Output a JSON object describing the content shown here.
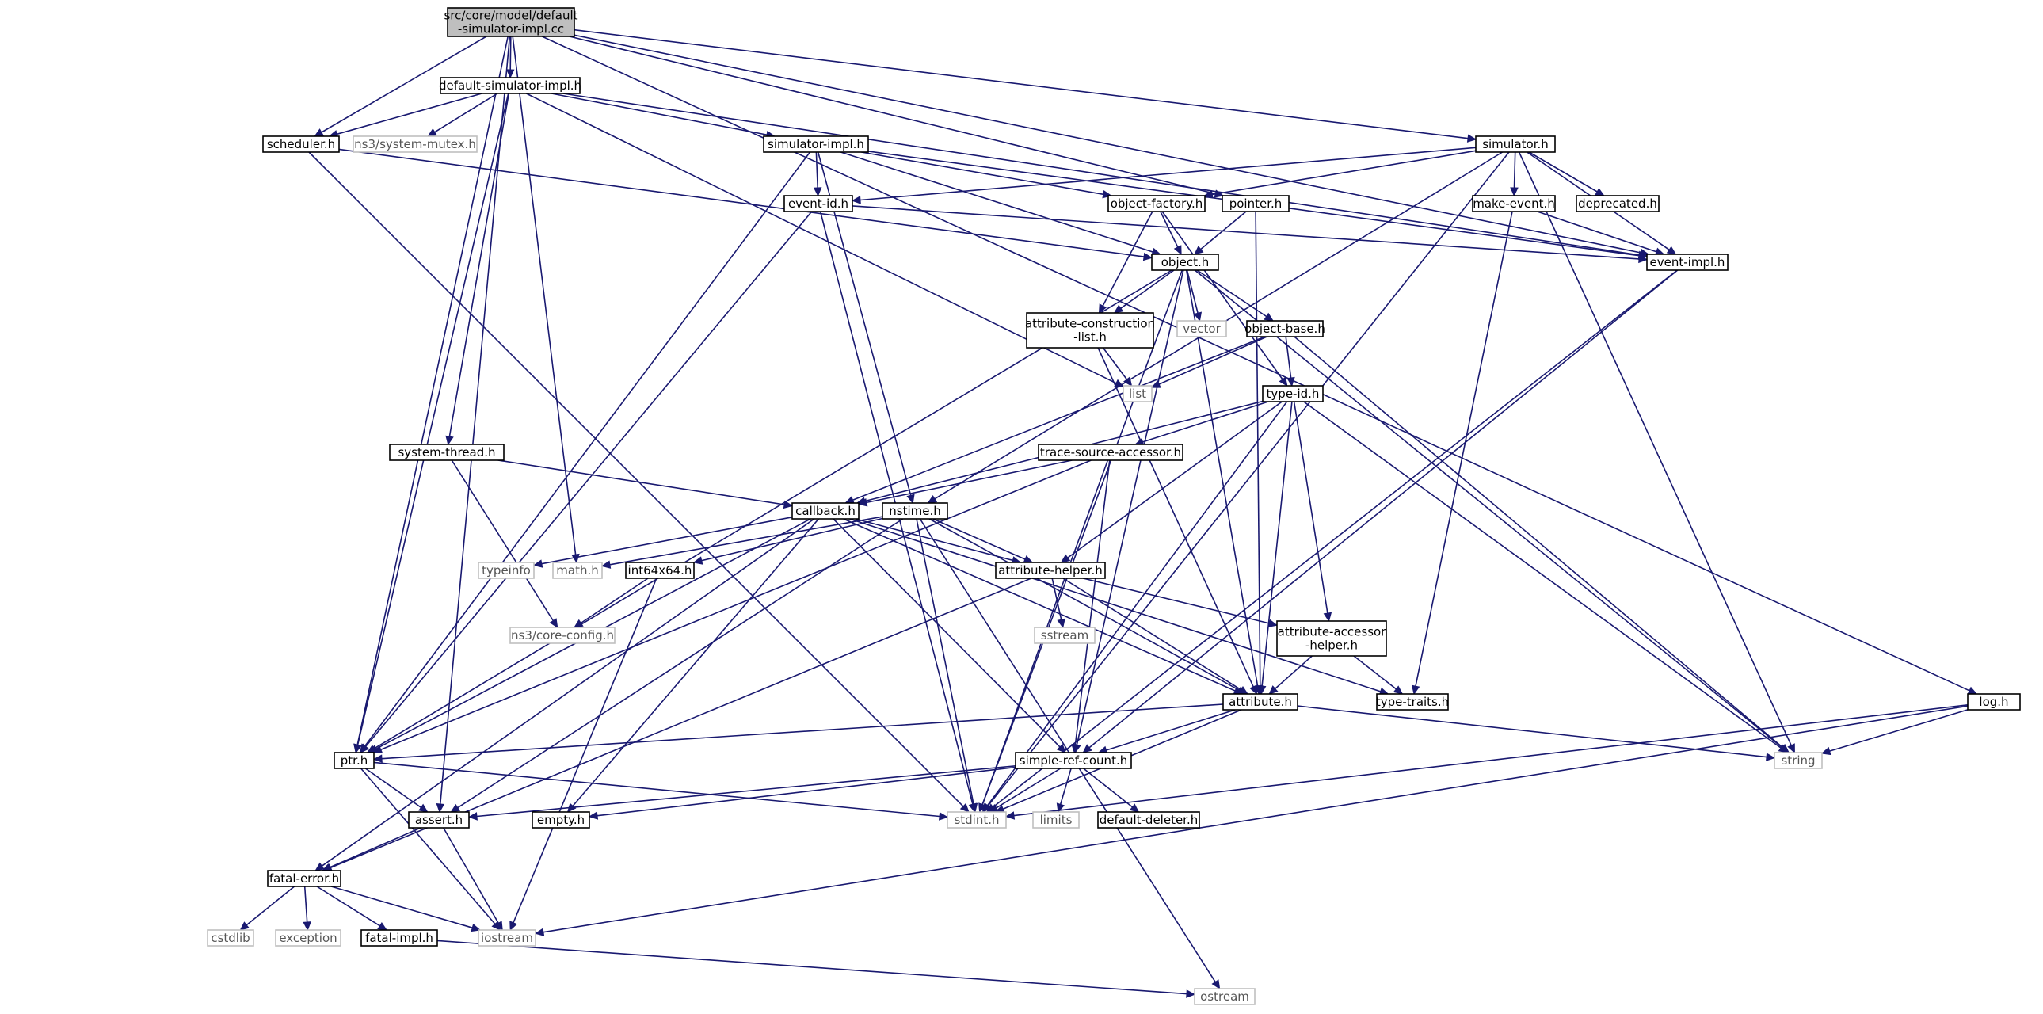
{
  "graph": {
    "nodes": [
      {
        "id": "root",
        "kind": "root",
        "lines": [
          "src/core/model/default",
          "-simulator-impl.cc"
        ]
      },
      {
        "id": "defsimh",
        "kind": "local",
        "lines": [
          "default-simulator-impl.h"
        ]
      },
      {
        "id": "scheduler",
        "kind": "local",
        "lines": [
          "scheduler.h"
        ]
      },
      {
        "id": "sysmutex",
        "kind": "system",
        "lines": [
          "ns3/system-mutex.h"
        ]
      },
      {
        "id": "simimpl",
        "kind": "local",
        "lines": [
          "simulator-impl.h"
        ]
      },
      {
        "id": "simulator",
        "kind": "local",
        "lines": [
          "simulator.h"
        ]
      },
      {
        "id": "eventid",
        "kind": "local",
        "lines": [
          "event-id.h"
        ]
      },
      {
        "id": "objfactory",
        "kind": "local",
        "lines": [
          "object-factory.h"
        ]
      },
      {
        "id": "pointer",
        "kind": "local",
        "lines": [
          "pointer.h"
        ]
      },
      {
        "id": "makeevent",
        "kind": "local",
        "lines": [
          "make-event.h"
        ]
      },
      {
        "id": "deprecated",
        "kind": "local",
        "lines": [
          "deprecated.h"
        ]
      },
      {
        "id": "object",
        "kind": "local",
        "lines": [
          "object.h"
        ]
      },
      {
        "id": "eventimpl",
        "kind": "local",
        "lines": [
          "event-impl.h"
        ]
      },
      {
        "id": "attrcons",
        "kind": "local",
        "lines": [
          "attribute-construction",
          "-list.h"
        ]
      },
      {
        "id": "vector",
        "kind": "system",
        "lines": [
          "vector"
        ]
      },
      {
        "id": "objbase",
        "kind": "local",
        "lines": [
          "object-base.h"
        ]
      },
      {
        "id": "list",
        "kind": "system",
        "lines": [
          "list"
        ]
      },
      {
        "id": "typeid",
        "kind": "local",
        "lines": [
          "type-id.h"
        ]
      },
      {
        "id": "systhread",
        "kind": "local",
        "lines": [
          "system-thread.h"
        ]
      },
      {
        "id": "tracesrc",
        "kind": "local",
        "lines": [
          "trace-source-accessor.h"
        ]
      },
      {
        "id": "callback",
        "kind": "local",
        "lines": [
          "callback.h"
        ]
      },
      {
        "id": "nstime",
        "kind": "local",
        "lines": [
          "nstime.h"
        ]
      },
      {
        "id": "typeinfo",
        "kind": "system",
        "lines": [
          "typeinfo"
        ]
      },
      {
        "id": "mathh",
        "kind": "system",
        "lines": [
          "math.h"
        ]
      },
      {
        "id": "int64",
        "kind": "local",
        "lines": [
          "int64x64.h"
        ]
      },
      {
        "id": "attrhelper",
        "kind": "local",
        "lines": [
          "attribute-helper.h"
        ]
      },
      {
        "id": "coreconfig",
        "kind": "system",
        "lines": [
          "ns3/core-config.h"
        ]
      },
      {
        "id": "sstream",
        "kind": "system",
        "lines": [
          "sstream"
        ]
      },
      {
        "id": "attraccess",
        "kind": "local",
        "lines": [
          "attribute-accessor",
          "-helper.h"
        ]
      },
      {
        "id": "attribute",
        "kind": "local",
        "lines": [
          "attribute.h"
        ]
      },
      {
        "id": "typetraits",
        "kind": "local",
        "lines": [
          "type-traits.h"
        ]
      },
      {
        "id": "log",
        "kind": "local",
        "lines": [
          "log.h"
        ]
      },
      {
        "id": "string",
        "kind": "system",
        "lines": [
          "string"
        ]
      },
      {
        "id": "ptr",
        "kind": "local",
        "lines": [
          "ptr.h"
        ]
      },
      {
        "id": "simpleref",
        "kind": "local",
        "lines": [
          "simple-ref-count.h"
        ]
      },
      {
        "id": "assert",
        "kind": "local",
        "lines": [
          "assert.h"
        ]
      },
      {
        "id": "empty",
        "kind": "local",
        "lines": [
          "empty.h"
        ]
      },
      {
        "id": "stdint",
        "kind": "system",
        "lines": [
          "stdint.h"
        ]
      },
      {
        "id": "limits",
        "kind": "system",
        "lines": [
          "limits"
        ]
      },
      {
        "id": "defdeleter",
        "kind": "local",
        "lines": [
          "default-deleter.h"
        ]
      },
      {
        "id": "fatalerror",
        "kind": "local",
        "lines": [
          "fatal-error.h"
        ]
      },
      {
        "id": "cstdlib",
        "kind": "system",
        "lines": [
          "cstdlib"
        ]
      },
      {
        "id": "exception",
        "kind": "system",
        "lines": [
          "exception"
        ]
      },
      {
        "id": "fatalimpl",
        "kind": "local",
        "lines": [
          "fatal-impl.h"
        ]
      },
      {
        "id": "iostream",
        "kind": "system",
        "lines": [
          "iostream"
        ]
      },
      {
        "id": "ostream",
        "kind": "system",
        "lines": [
          "ostream"
        ]
      }
    ],
    "edges": [
      [
        "root",
        "defsimh"
      ],
      [
        "root",
        "scheduler"
      ],
      [
        "root",
        "simulator"
      ],
      [
        "root",
        "pointer"
      ],
      [
        "root",
        "eventimpl"
      ],
      [
        "root",
        "log"
      ],
      [
        "root",
        "ptr"
      ],
      [
        "root",
        "assert"
      ],
      [
        "root",
        "mathh"
      ],
      [
        "defsimh",
        "scheduler"
      ],
      [
        "defsimh",
        "sysmutex"
      ],
      [
        "defsimh",
        "simimpl"
      ],
      [
        "defsimh",
        "systhread"
      ],
      [
        "defsimh",
        "list"
      ],
      [
        "defsimh",
        "eventimpl"
      ],
      [
        "defsimh",
        "ptr"
      ],
      [
        "scheduler",
        "object"
      ],
      [
        "scheduler",
        "stdint"
      ],
      [
        "simimpl",
        "eventid"
      ],
      [
        "simimpl",
        "objfactory"
      ],
      [
        "simimpl",
        "object"
      ],
      [
        "simimpl",
        "eventimpl"
      ],
      [
        "simimpl",
        "nstime"
      ],
      [
        "simimpl",
        "ptr"
      ],
      [
        "simulator",
        "eventid"
      ],
      [
        "simulator",
        "objfactory"
      ],
      [
        "simulator",
        "makeevent"
      ],
      [
        "simulator",
        "deprecated"
      ],
      [
        "simulator",
        "eventimpl"
      ],
      [
        "simulator",
        "nstime"
      ],
      [
        "simulator",
        "string"
      ],
      [
        "simulator",
        "stdint"
      ],
      [
        "eventid",
        "eventimpl"
      ],
      [
        "eventid",
        "ptr"
      ],
      [
        "eventid",
        "stdint"
      ],
      [
        "objfactory",
        "object"
      ],
      [
        "objfactory",
        "attrcons"
      ],
      [
        "objfactory",
        "typeid"
      ],
      [
        "pointer",
        "object"
      ],
      [
        "pointer",
        "attribute"
      ],
      [
        "makeevent",
        "eventimpl"
      ],
      [
        "makeevent",
        "typetraits"
      ],
      [
        "object",
        "attrcons"
      ],
      [
        "object",
        "vector"
      ],
      [
        "object",
        "objbase"
      ],
      [
        "object",
        "ptr"
      ],
      [
        "object",
        "attribute"
      ],
      [
        "object",
        "simpleref"
      ],
      [
        "object",
        "string"
      ],
      [
        "object",
        "stdint"
      ],
      [
        "eventimpl",
        "simpleref"
      ],
      [
        "eventimpl",
        "stdint"
      ],
      [
        "attrcons",
        "list"
      ],
      [
        "attrcons",
        "attribute"
      ],
      [
        "objbase",
        "list"
      ],
      [
        "objbase",
        "typeid"
      ],
      [
        "objbase",
        "callback"
      ],
      [
        "objbase",
        "string"
      ],
      [
        "typeid",
        "tracesrc"
      ],
      [
        "typeid",
        "callback"
      ],
      [
        "typeid",
        "attrhelper"
      ],
      [
        "typeid",
        "attraccess"
      ],
      [
        "typeid",
        "attribute"
      ],
      [
        "typeid",
        "string"
      ],
      [
        "typeid",
        "stdint"
      ],
      [
        "systhread",
        "callback"
      ],
      [
        "systhread",
        "coreconfig"
      ],
      [
        "tracesrc",
        "callback"
      ],
      [
        "tracesrc",
        "ptr"
      ],
      [
        "tracesrc",
        "simpleref"
      ],
      [
        "tracesrc",
        "stdint"
      ],
      [
        "callback",
        "ptr"
      ],
      [
        "callback",
        "fatalerror"
      ],
      [
        "callback",
        "empty"
      ],
      [
        "callback",
        "typeinfo"
      ],
      [
        "callback",
        "attribute"
      ],
      [
        "callback",
        "attrhelper"
      ],
      [
        "callback",
        "simpleref"
      ],
      [
        "callback",
        "typetraits"
      ],
      [
        "nstime",
        "assert"
      ],
      [
        "nstime",
        "attribute"
      ],
      [
        "nstime",
        "attrhelper"
      ],
      [
        "nstime",
        "stdint"
      ],
      [
        "nstime",
        "int64"
      ],
      [
        "nstime",
        "mathh"
      ],
      [
        "nstime",
        "ostream"
      ],
      [
        "int64",
        "coreconfig"
      ],
      [
        "int64",
        "iostream"
      ],
      [
        "attrhelper",
        "attribute"
      ],
      [
        "attrhelper",
        "attraccess"
      ],
      [
        "attrhelper",
        "sstream"
      ],
      [
        "attrhelper",
        "fatalerror"
      ],
      [
        "attraccess",
        "attribute"
      ],
      [
        "attraccess",
        "typetraits"
      ],
      [
        "attribute",
        "ptr"
      ],
      [
        "attribute",
        "simpleref"
      ],
      [
        "attribute",
        "string"
      ],
      [
        "attribute",
        "stdint"
      ],
      [
        "log",
        "string"
      ],
      [
        "log",
        "iostream"
      ],
      [
        "log",
        "stdint"
      ],
      [
        "ptr",
        "assert"
      ],
      [
        "ptr",
        "iostream"
      ],
      [
        "ptr",
        "stdint"
      ],
      [
        "simpleref",
        "assert"
      ],
      [
        "simpleref",
        "empty"
      ],
      [
        "simpleref",
        "stdint"
      ],
      [
        "simpleref",
        "limits"
      ],
      [
        "simpleref",
        "defdeleter"
      ],
      [
        "assert",
        "fatalerror"
      ],
      [
        "assert",
        "iostream"
      ],
      [
        "fatalerror",
        "cstdlib"
      ],
      [
        "fatalerror",
        "exception"
      ],
      [
        "fatalerror",
        "fatalimpl"
      ],
      [
        "fatalerror",
        "iostream"
      ],
      [
        "fatalimpl",
        "ostream"
      ]
    ]
  }
}
